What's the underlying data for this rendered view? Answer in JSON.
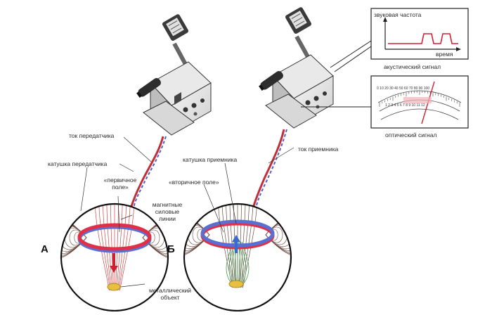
{
  "panels": {
    "a": {
      "letter": "А"
    },
    "b": {
      "letter": "Б"
    }
  },
  "labels": {
    "transmitter_current": "ток передатчика",
    "transmitter_coil": "катушка передатчика",
    "primary_field": [
      "«первичное",
      "поле»"
    ],
    "magnetic_field_lines": [
      "магнитные",
      "силовые",
      "линии"
    ],
    "metal_object": [
      "металлический",
      "объект"
    ],
    "receiver_coil": "катушка приемника",
    "secondary_field": "«вторичное поле»",
    "receiver_current": "ток приемника",
    "acoustic_signal": "акустический сигнал",
    "optical_signal": "оптический сигнал",
    "sound_frequency": "звуковая частота",
    "time": "время"
  },
  "colors": {
    "coil_red": "#e03048",
    "coil_blue": "#5a6fd0",
    "cable_red": "#c0303a",
    "cable_blue": "#5060c0",
    "signal_red": "#d02030",
    "field_lines_dark": "#6a4a40",
    "field_lines_red": "#d84040",
    "field_lines_green": "#40a050",
    "object_yellow": "#e8c040",
    "arrow_blue": "#3a6ad0"
  },
  "icons": [
    "metal-detector-device",
    "handle-grip",
    "coil-ring",
    "meter-dial",
    "sound-graph"
  ]
}
